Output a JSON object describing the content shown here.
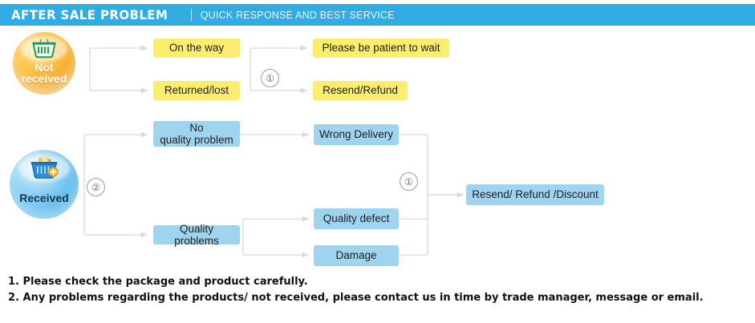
{
  "header": {
    "title": "AFTER SALE PROBLEM",
    "subtitle": "QUICK RESPONSE AND BEST SERVICE",
    "bg_color": "#31ace3",
    "title_color": "#ffffff",
    "subtitle_color": "#eaf7fe"
  },
  "colors": {
    "yellow_node": "#fbed6d",
    "blue_node": "#9fd4f1",
    "connector": "#d9d9d9",
    "marker_outline": "#9b9b9b",
    "orange_bubble": "#f5a623",
    "blue_bubble": "#55b6ec"
  },
  "flow": {
    "bubbles": [
      {
        "id": "not-received",
        "label": "Not\nreceived",
        "icon": "shopping-basket-icon",
        "icon_color": "#1ea34a",
        "style": "orange"
      },
      {
        "id": "received",
        "label": "Received",
        "icon": "shopping-basket-filled-icon",
        "icon_color": "#2179c4",
        "style": "blue"
      }
    ],
    "markers": [
      {
        "id": "marker-not-received-1",
        "label": "①"
      },
      {
        "id": "marker-received-2",
        "label": "②"
      },
      {
        "id": "marker-received-1",
        "label": "①"
      }
    ],
    "nodes": [
      {
        "id": "on-the-way",
        "label": "On the way",
        "color": "yellow"
      },
      {
        "id": "returned-lost",
        "label": "Returned/lost",
        "color": "yellow"
      },
      {
        "id": "please-be-patient",
        "label": "Please be patient to wait",
        "color": "yellow"
      },
      {
        "id": "resend-refund",
        "label": "Resend/Refund",
        "color": "yellow"
      },
      {
        "id": "no-quality-problem",
        "label": "No\nquality problem",
        "color": "blue"
      },
      {
        "id": "quality-problems",
        "label": "Quality problems",
        "color": "blue"
      },
      {
        "id": "wrong-delivery",
        "label": "Wrong Delivery",
        "color": "blue"
      },
      {
        "id": "quality-defect",
        "label": "Quality defect",
        "color": "blue"
      },
      {
        "id": "damage",
        "label": "Damage",
        "color": "blue"
      },
      {
        "id": "resend-refund-discount",
        "label": "Resend/ Refund /Discount",
        "color": "blue"
      }
    ]
  },
  "notes": [
    "1. Please check the package and product carefully.",
    "2. Any problems regarding the products/ not received, please contact us in time by trade manager, message or email."
  ]
}
